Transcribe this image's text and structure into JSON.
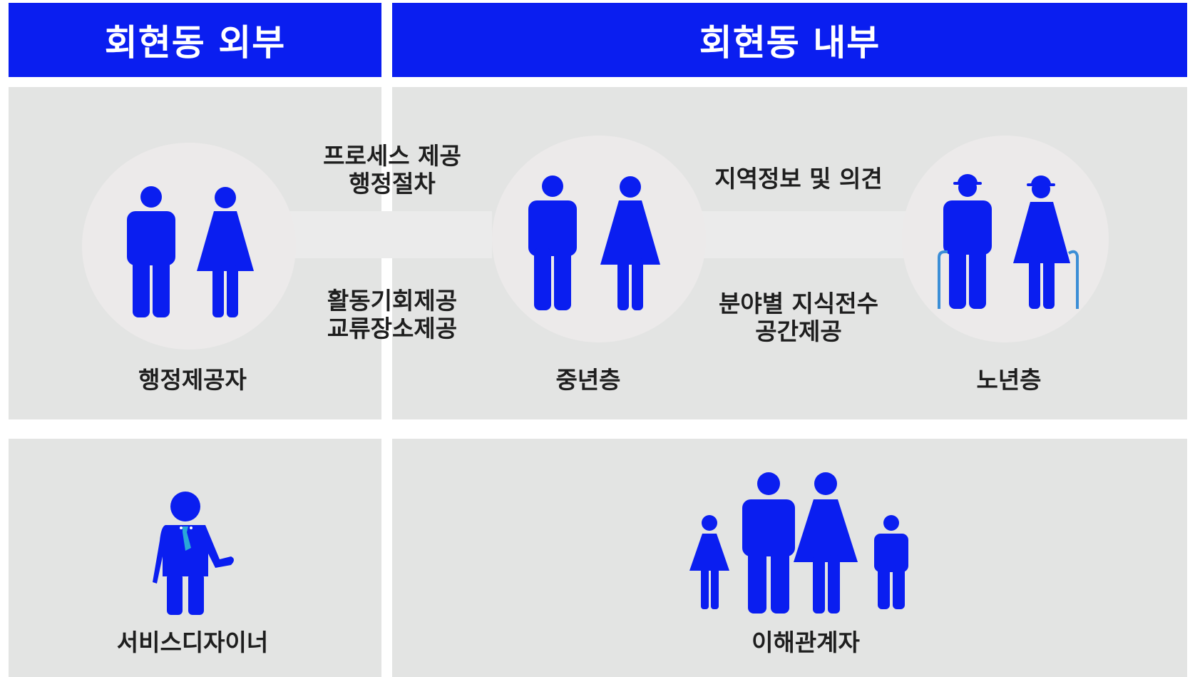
{
  "headers": {
    "outside": "회현동 외부",
    "inside": "회현동 내부"
  },
  "flows": {
    "admin_to_middle": {
      "line1": "프로세스 제공",
      "line2": "행정절차"
    },
    "middle_to_admin": {
      "line1": "활동기회제공",
      "line2": "교류장소제공"
    },
    "senior_to_middle_top": {
      "line1": "지역정보 및 의견"
    },
    "senior_to_middle_bottom": {
      "line1": "분야별 지식전수",
      "line2": "공간제공"
    }
  },
  "groups": {
    "admin": "행정제공자",
    "middle": "중년층",
    "senior": "노년층",
    "designer": "서비스디자이너",
    "stakeholders": "이해관계자"
  },
  "colors": {
    "header": "#0a1ef0",
    "figure": "#0a1ef0",
    "panel": "#e3e4e3",
    "cane": "#3b8ed6",
    "tie": "#2aa9d8"
  },
  "icons": [
    "man-icon",
    "woman-icon",
    "elder-man-icon",
    "elder-woman-icon",
    "designer-icon",
    "family-icon"
  ]
}
